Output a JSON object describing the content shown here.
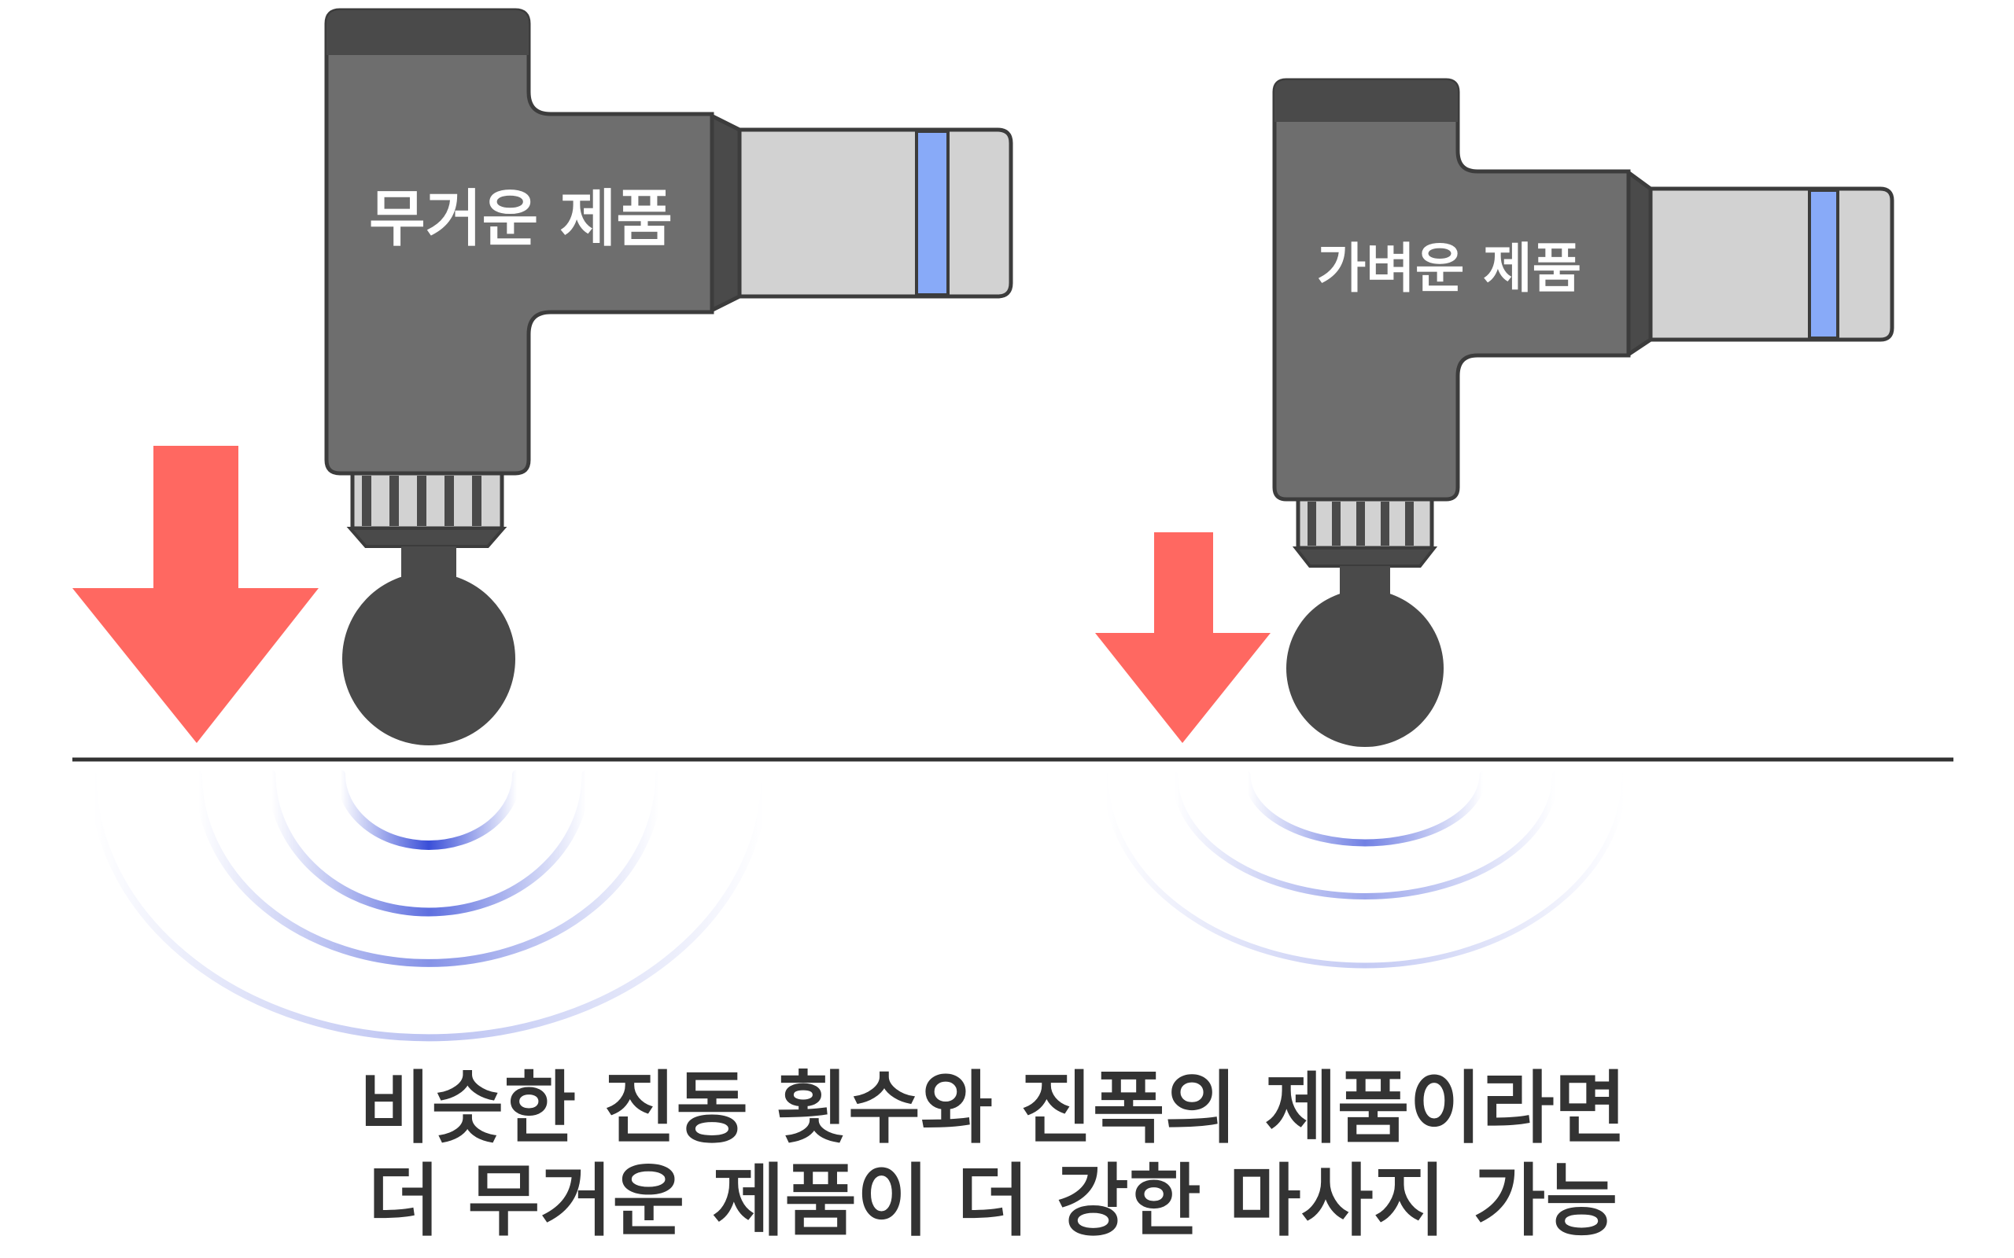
{
  "devices": {
    "heavy": {
      "label": "무거운 제품"
    },
    "light": {
      "label": "가벼운 제품"
    }
  },
  "caption": {
    "line1": "비슷한 진동 횟수와 진폭의 제품이라면",
    "line2": "더 무거운 제품이 더 강한 마사지 가능"
  },
  "colors": {
    "body": "#6e6e6e",
    "dark": "#4a4a4a",
    "outline": "#3c3c3c",
    "barrel": "#d2d2d2",
    "accent_stripe": "#88aaf8",
    "arrow": "#ff6861",
    "wave": "#3a4fd8",
    "text": "#333333"
  }
}
